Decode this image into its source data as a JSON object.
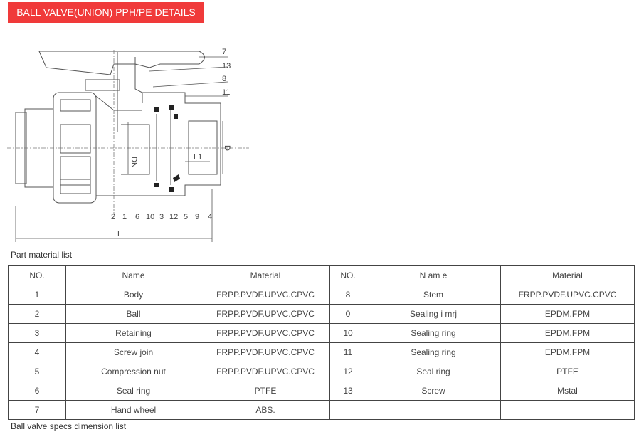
{
  "header": {
    "title": "BALL VALVE(UNION) PPH/PE DETAILS"
  },
  "diagram": {
    "callouts_right": [
      "7",
      "13",
      "8",
      "11"
    ],
    "callouts_bottom": [
      "2",
      "1",
      "6",
      "10",
      "3",
      "12",
      "5",
      "9",
      "4"
    ],
    "dim_dn": "DN",
    "dim_d": "D",
    "dim_l1": "L1",
    "dim_l": "L"
  },
  "part_list_caption": "Part material list",
  "table": {
    "headers": [
      "NO.",
      "Name",
      "Material",
      "NO.",
      "N am e",
      "Material"
    ],
    "rows": [
      [
        "1",
        "Body",
        "FRPP.PVDF.UPVC.CPVC",
        "8",
        "Stem",
        "FRPP.PVDF.UPVC.CPVC"
      ],
      [
        "2",
        "Ball",
        "FRPP.PVDF.UPVC.CPVC",
        "0",
        "Sealing i mrj",
        "EPDM.FPM"
      ],
      [
        "3",
        "Retaining",
        "FRPP.PVDF.UPVC.CPVC",
        "10",
        "Sealing ring",
        "EPDM.FPM"
      ],
      [
        "4",
        "Screw join",
        "FRPP.PVDF.UPVC.CPVC",
        "11",
        "Sealing ring",
        "EPDM.FPM"
      ],
      [
        "5",
        "Compression nut",
        "FRPP.PVDF.UPVC.CPVC",
        "12",
        "Seal ring",
        "PTFE"
      ],
      [
        "6",
        "Seal ring",
        "PTFE",
        "13",
        "Screw",
        "Mstal"
      ],
      [
        "7",
        "Hand wheel",
        "ABS.",
        "",
        "",
        ""
      ]
    ]
  },
  "specs_caption": "Ball valve specs dimension list"
}
